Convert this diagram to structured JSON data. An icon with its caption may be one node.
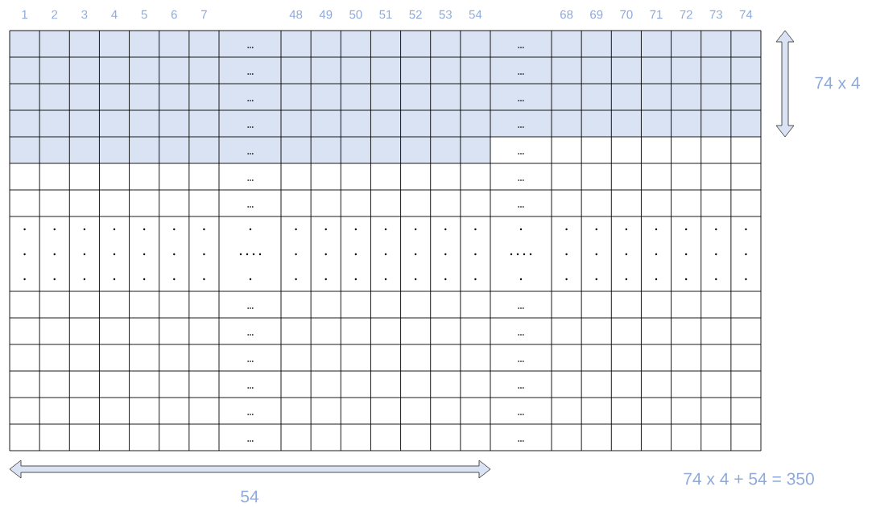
{
  "diagram": {
    "labels": [
      "1",
      "2",
      "3",
      "4",
      "5",
      "6",
      "7",
      "48",
      "49",
      "50",
      "51",
      "52",
      "53",
      "54",
      "68",
      "69",
      "70",
      "71",
      "72",
      "73",
      "74",
      "...",
      "...",
      "...",
      "...",
      "...",
      "...",
      "74 x 4",
      "...",
      "...",
      "...",
      "...",
      "...",
      "...",
      "...",
      "...",
      "...",
      "...",
      "...",
      "...",
      "...",
      "...",
      "...",
      "...",
      "...",
      "...",
      "...",
      "...",
      "74 x 4 + 54 = 350",
      "54"
    ]
  }
}
